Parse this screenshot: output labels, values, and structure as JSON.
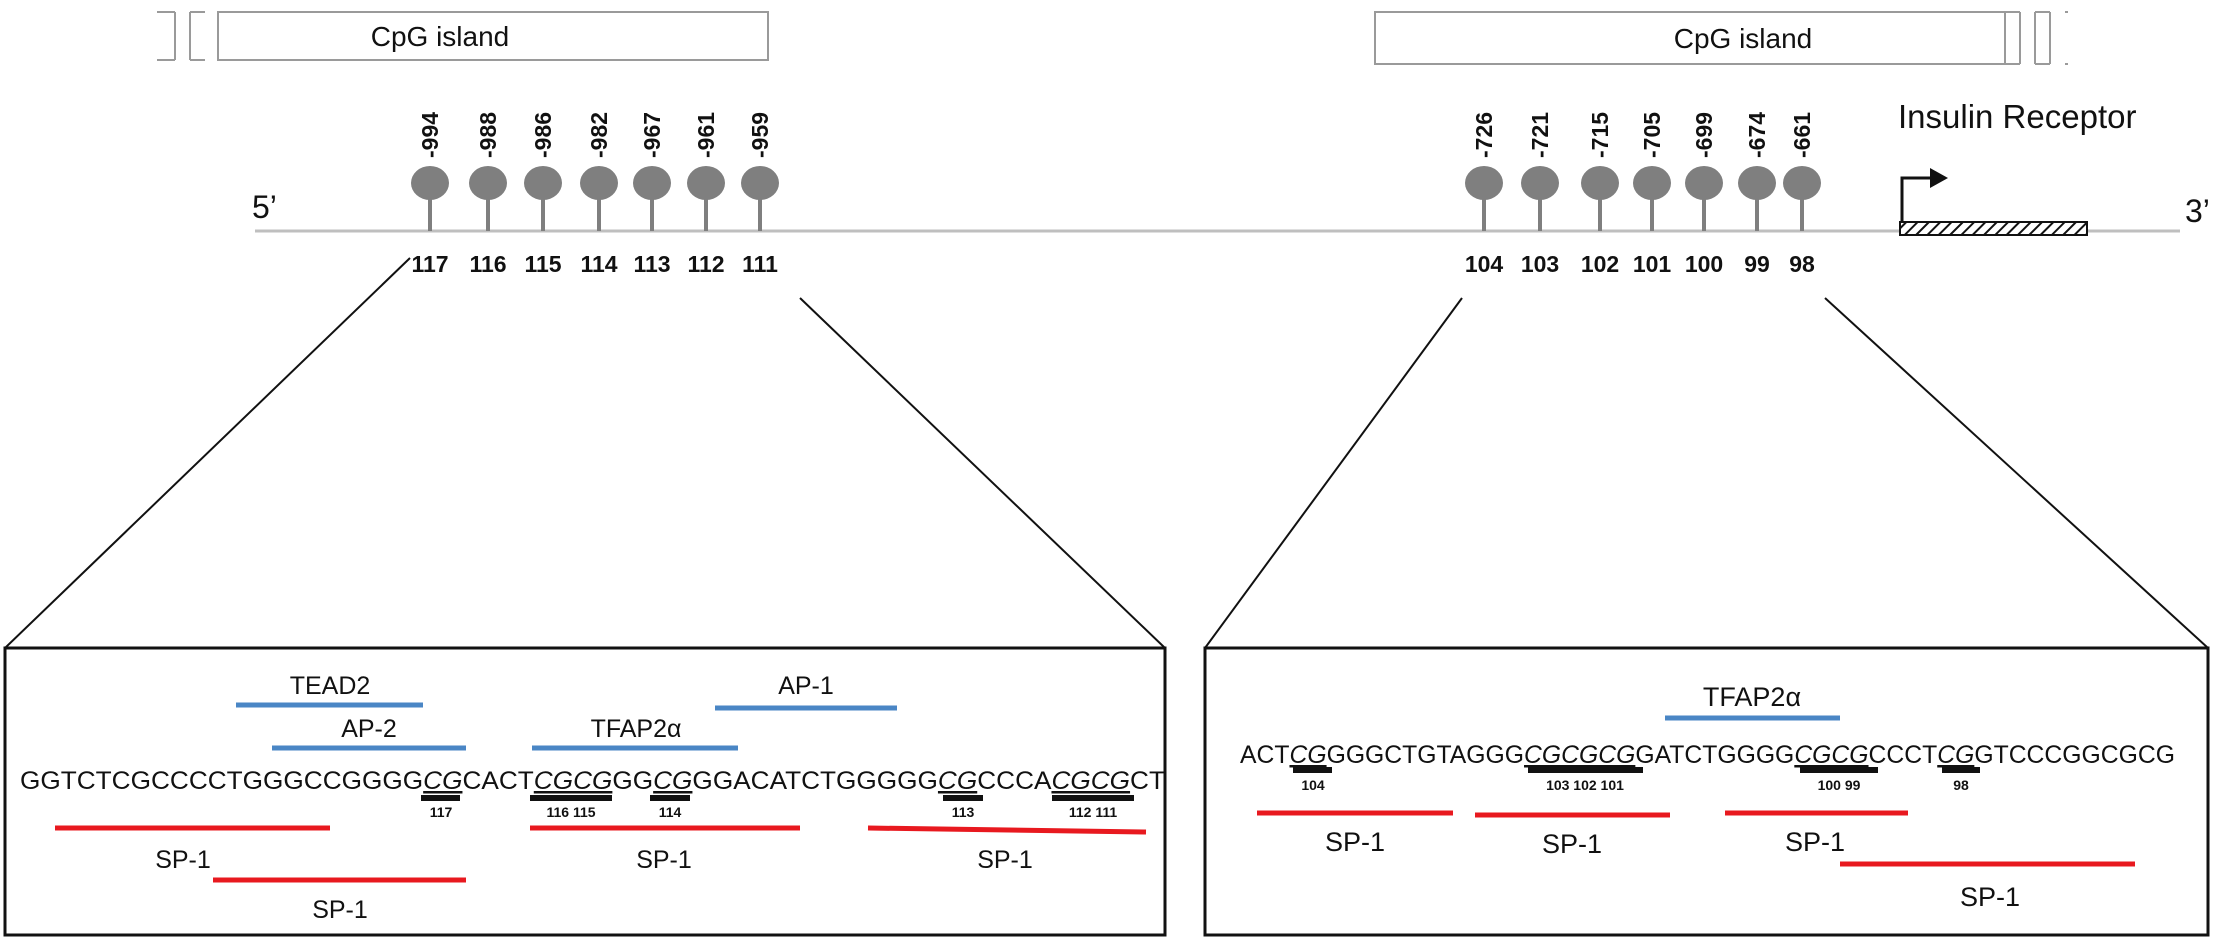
{
  "top": {
    "cpg_label_left": "CpG island",
    "cpg_label_right": "CpG island",
    "end5": "5’",
    "end3": "3’",
    "gene_label": "Insulin Receptor"
  },
  "left_sites": [
    {
      "pos": "-994",
      "id": "117"
    },
    {
      "pos": "-988",
      "id": "116"
    },
    {
      "pos": "-986",
      "id": "115"
    },
    {
      "pos": "-982",
      "id": "114"
    },
    {
      "pos": "-967",
      "id": "113"
    },
    {
      "pos": "-961",
      "id": "112"
    },
    {
      "pos": "-959",
      "id": "111"
    }
  ],
  "right_sites": [
    {
      "pos": "-726",
      "id": "104"
    },
    {
      "pos": "-721",
      "id": "103"
    },
    {
      "pos": "-715",
      "id": "102"
    },
    {
      "pos": "-705",
      "id": "101"
    },
    {
      "pos": "-699",
      "id": "100"
    },
    {
      "pos": "-674",
      "id": "99"
    },
    {
      "pos": "-661",
      "id": "98"
    }
  ],
  "left_box": {
    "seq": [
      {
        "t": "GGTCTCGCCCCTGGGCCGGGG"
      },
      {
        "t": "CG",
        "cg": true
      },
      {
        "t": "CACT"
      },
      {
        "t": "CGCG",
        "cg": true
      },
      {
        "t": "GG"
      },
      {
        "t": "CG",
        "cg": true
      },
      {
        "t": "GGACATCTGGGGG"
      },
      {
        "t": "CG",
        "cg": true
      },
      {
        "t": "CCCA"
      },
      {
        "t": "CGCG",
        "cg": true
      },
      {
        "t": "CT"
      }
    ],
    "site_labels": [
      "117",
      "116 115",
      "114",
      "113",
      "112 111"
    ],
    "tfs": [
      {
        "label": "TEAD2",
        "type": "blue"
      },
      {
        "label": "AP-2",
        "type": "blue"
      },
      {
        "label": "TFAP2α",
        "type": "blue"
      },
      {
        "label": "AP-1",
        "type": "blue"
      },
      {
        "label": "SP-1",
        "type": "red"
      },
      {
        "label": "SP-1",
        "type": "red"
      },
      {
        "label": "SP-1",
        "type": "red"
      },
      {
        "label": "SP-1",
        "type": "red"
      }
    ]
  },
  "right_box": {
    "seq": [
      {
        "t": "ACT"
      },
      {
        "t": "CG",
        "cg": true
      },
      {
        "t": "GGGCTGTAGGG"
      },
      {
        "t": "CGCGCG",
        "cg": true
      },
      {
        "t": "GATCTGGGG"
      },
      {
        "t": "CGCG",
        "cg": true
      },
      {
        "t": "CCCT"
      },
      {
        "t": "CG",
        "cg": true
      },
      {
        "t": "GTCCCGGCGCG"
      }
    ],
    "site_labels": [
      "104",
      "103 102 101",
      "100 99",
      "98"
    ],
    "tfs": [
      {
        "label": "TFAP2α",
        "type": "blue"
      },
      {
        "label": "SP-1",
        "type": "red"
      },
      {
        "label": "SP-1",
        "type": "red"
      },
      {
        "label": "SP-1",
        "type": "red"
      },
      {
        "label": "SP-1",
        "type": "red"
      }
    ]
  },
  "colors": {
    "blue": "#4a86c5",
    "red": "#e8191f",
    "lollipop": "#7f7f7f",
    "dna_line": "#bfbfbf",
    "black": "#111111"
  }
}
